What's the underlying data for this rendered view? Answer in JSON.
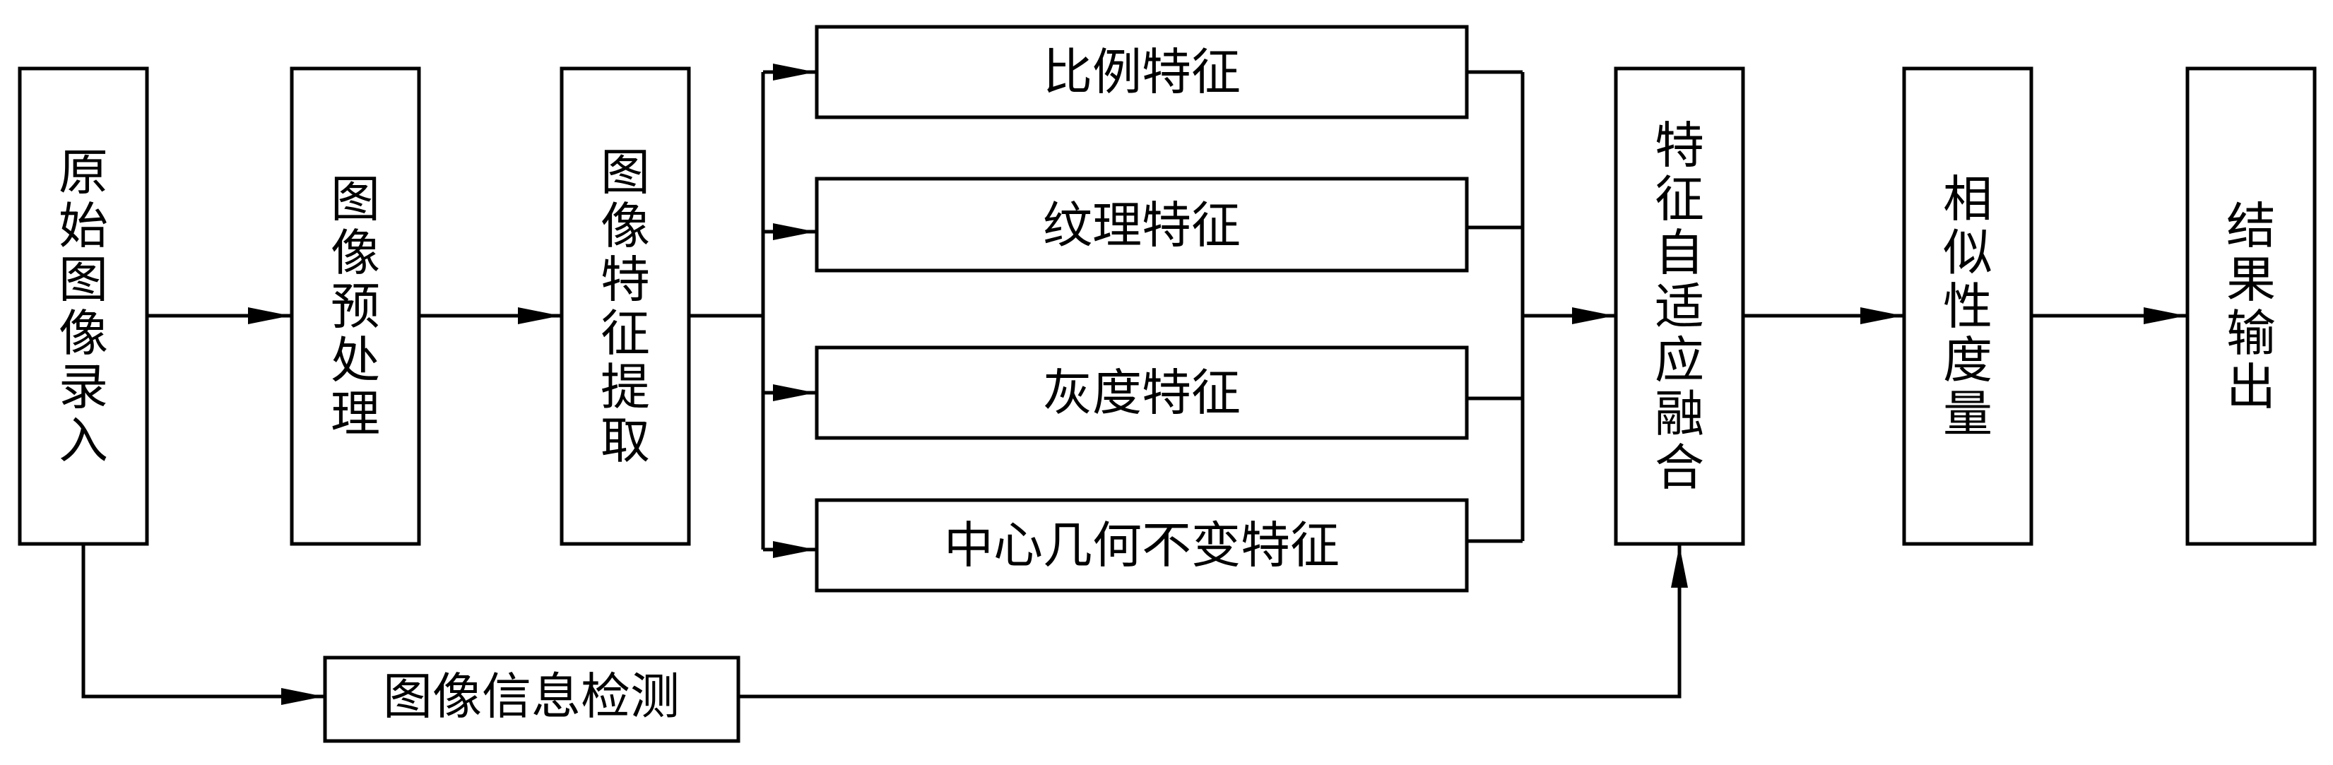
{
  "diagram": {
    "nodes": {
      "input": "原始图像录入",
      "preprocess": "图像预处理",
      "extract": "图像特征提取",
      "scale_feature": "比例特征",
      "texture_feature": "纹理特征",
      "gray_feature": "灰度特征",
      "center_invariant_feature": "中心几何不变特征",
      "fusion": "特征自适应融合",
      "similarity": "相似性度量",
      "output": "结果输出",
      "info_detect": "图像信息检测"
    }
  }
}
